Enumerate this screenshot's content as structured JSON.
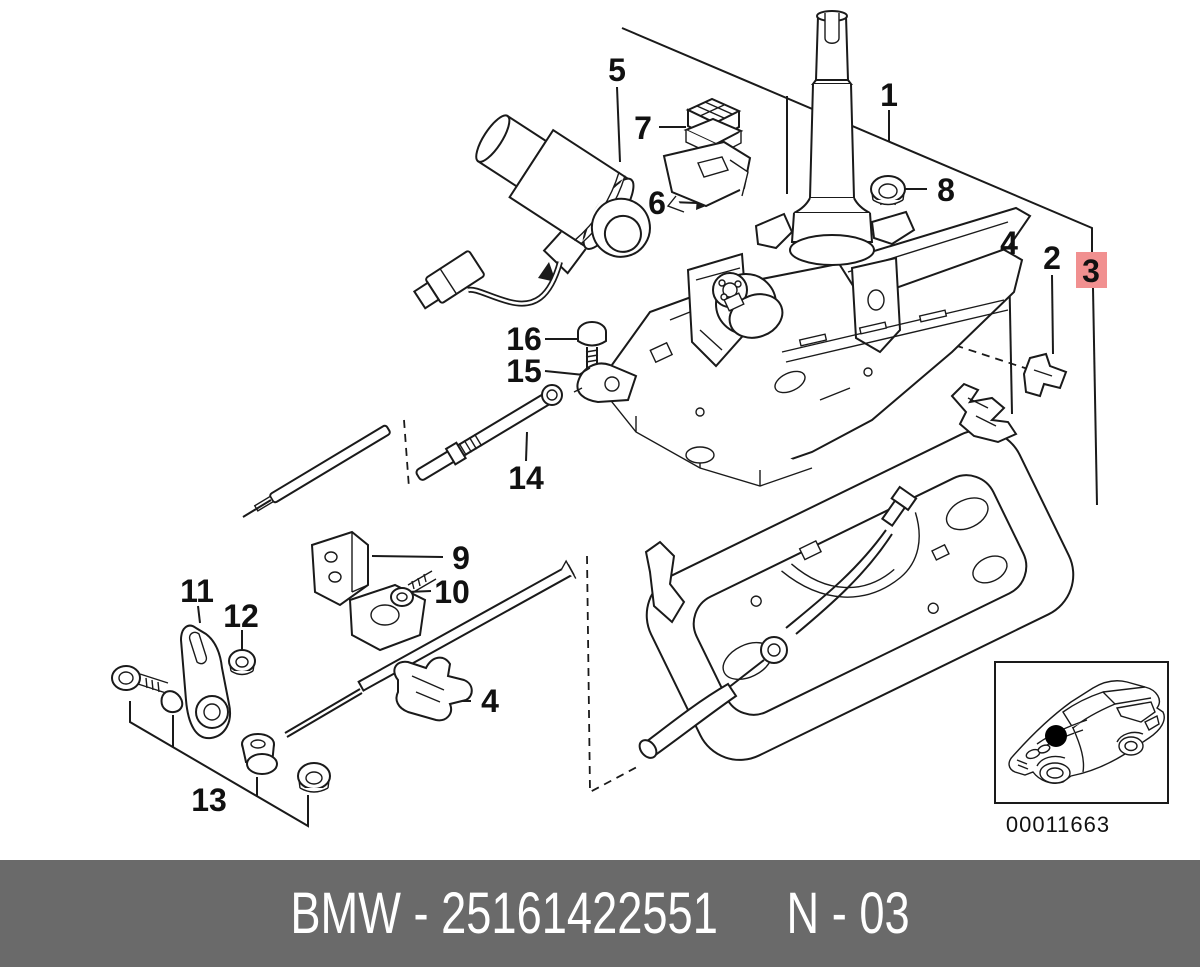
{
  "diagram": {
    "title_hint": "BMW automatic transmission gear shift parts exploded diagram",
    "part_labels": {
      "p1": "1",
      "p2": "2",
      "p3": "3",
      "p4_upper": "4",
      "p4_lower": "4",
      "p5": "5",
      "p6": "6",
      "p7": "7",
      "p8": "8",
      "p9": "9",
      "p10": "10",
      "p11": "11",
      "p12": "12",
      "p13": "13",
      "p14": "14",
      "p15": "15",
      "p16": "16"
    },
    "highlighted_part": "3",
    "colors": {
      "highlight_bg": "#f19090",
      "highlight_fg": "#9e1b1b",
      "line": "#1a1a1a",
      "background": "#ffffff"
    }
  },
  "inset": {
    "image_number": "00011663"
  },
  "footer": {
    "left_text": "BMW - 25161422551",
    "right_text": "N - 03",
    "bg": "#6a6a6a",
    "fg": "#ffffff"
  }
}
